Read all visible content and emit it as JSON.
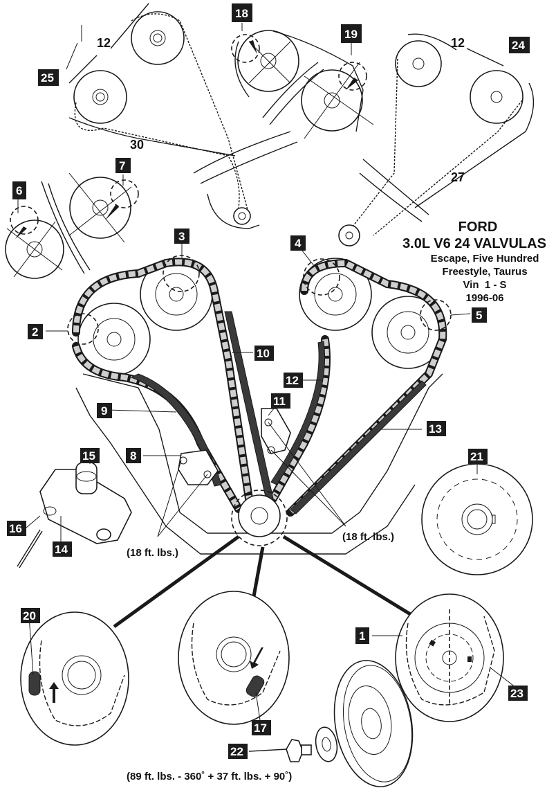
{
  "title_block": {
    "make": "FORD",
    "engine": "3.0L V6 24 VALVULAS",
    "models_line1": "Escape, Five Hundred",
    "models_line2": "Freestyle, Taurus",
    "vin": "Vin  1 - S",
    "years": "1996-06"
  },
  "callouts": [
    {
      "id": "1",
      "label": "1"
    },
    {
      "id": "2",
      "label": "2"
    },
    {
      "id": "3",
      "label": "3"
    },
    {
      "id": "4",
      "label": "4"
    },
    {
      "id": "5",
      "label": "5"
    },
    {
      "id": "6",
      "label": "6"
    },
    {
      "id": "7",
      "label": "7"
    },
    {
      "id": "8",
      "label": "8"
    },
    {
      "id": "9",
      "label": "9"
    },
    {
      "id": "10",
      "label": "10"
    },
    {
      "id": "11",
      "label": "11"
    },
    {
      "id": "12",
      "label": "12"
    },
    {
      "id": "13",
      "label": "13"
    },
    {
      "id": "14",
      "label": "14"
    },
    {
      "id": "15",
      "label": "15"
    },
    {
      "id": "16",
      "label": "16"
    },
    {
      "id": "17",
      "label": "17"
    },
    {
      "id": "18",
      "label": "18"
    },
    {
      "id": "19",
      "label": "19"
    },
    {
      "id": "20",
      "label": "20"
    },
    {
      "id": "21",
      "label": "21"
    },
    {
      "id": "22",
      "label": "22"
    },
    {
      "id": "23",
      "label": "23"
    },
    {
      "id": "24",
      "label": "24"
    },
    {
      "id": "25",
      "label": "25"
    }
  ],
  "link_counts": {
    "left_upper": "12",
    "left_lower": "30",
    "right_upper": "12",
    "right_lower": "27"
  },
  "torque_specs": {
    "left_tensioner": "(18 ft. lbs.)",
    "right_tensioner": "(18 ft. lbs.)",
    "crank_bolt": "(89 ft. lbs. - 360˚ + 37 ft. lbs. + 90˚)"
  },
  "colors": {
    "ink": "#1a1a1a",
    "chain_fill": "#cfcfcf",
    "callout_bg": "#1c1c1c",
    "callout_text": "#ffffff",
    "background": "#ffffff"
  }
}
